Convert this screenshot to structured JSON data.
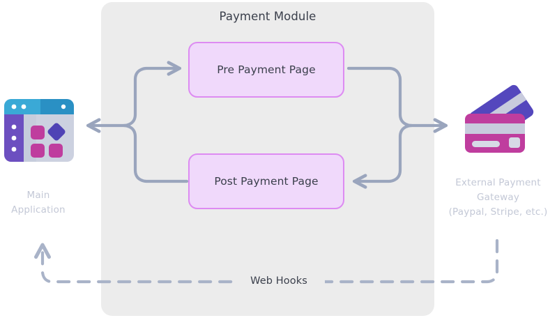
{
  "diagram": {
    "title": "Payment Module",
    "module": {
      "title": "Payment Module",
      "boxes": [
        {
          "id": "pre-payment-page",
          "label": "Pre Payment Page"
        },
        {
          "id": "post-payment-page",
          "label": "Post Payment Page"
        }
      ]
    },
    "nodes": [
      {
        "id": "main-application",
        "icon": "application-window-icon",
        "label_lines": [
          "Main",
          "Application"
        ],
        "label_line1": "Main",
        "label_line2": "Application"
      },
      {
        "id": "external-payment-gateway",
        "icon": "credit-cards-icon",
        "label_lines": [
          "External Payment",
          "Gateway",
          "(Paypal, Stripe, etc.)"
        ],
        "label_line1": "External Payment",
        "label_line2": "Gateway",
        "label_line3": "(Paypal, Stripe, etc.)"
      }
    ],
    "connections": [
      {
        "id": "app-to-pre",
        "from": "main-application",
        "to": "pre-payment-page",
        "style": "solid",
        "direction": "in"
      },
      {
        "id": "post-to-app",
        "from": "post-payment-page",
        "to": "main-application",
        "style": "solid",
        "direction": "out"
      },
      {
        "id": "pre-to-gateway",
        "from": "pre-payment-page",
        "to": "external-payment-gateway",
        "style": "solid",
        "direction": "out"
      },
      {
        "id": "gateway-to-post",
        "from": "external-payment-gateway",
        "to": "post-payment-page",
        "style": "solid",
        "direction": "in"
      },
      {
        "id": "webhooks",
        "from": "external-payment-gateway",
        "to": "main-application",
        "style": "dashed",
        "label": "Web Hooks"
      }
    ],
    "webhooks_label": "Web Hooks",
    "colors": {
      "panel_background": "#ececec",
      "box_fill": "#f0d9fb",
      "box_border": "#dd8bf2",
      "connector": "#9aa5bd",
      "title_text": "#3a3f4b",
      "node_label_text": "#c3c8d6",
      "app_icon_header": "#35a8d8",
      "app_icon_header_dark": "#2a90c4",
      "app_icon_sidebar": "#6c4fc0",
      "app_icon_body": "#ccd1e0",
      "app_icon_tile": "#bf3d9e",
      "app_icon_diamond": "#4f43b5",
      "card_front": "#bf3d9e",
      "card_back": "#5447bd",
      "card_stripe": "#c8cbdd"
    }
  }
}
